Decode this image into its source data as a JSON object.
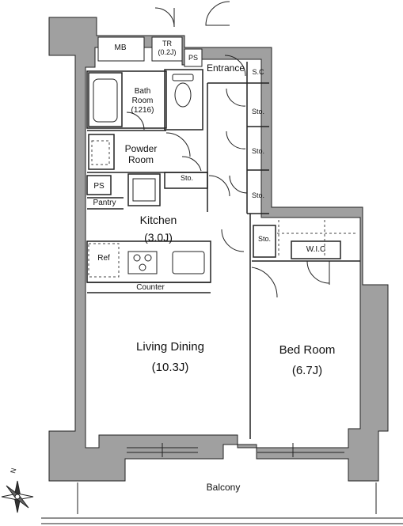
{
  "rooms": {
    "mb": "MB",
    "tr": "TR",
    "tr_size": "(0.2J)",
    "ps_top": "PS",
    "entrance": "Entrance",
    "sc": "S.C",
    "bath_line1": "Bath",
    "bath_line2": "Room",
    "bath_size": "(1216)",
    "sto_1": "Sto.",
    "sto_2": "Sto.",
    "sto_3": "Sto.",
    "sto_4": "Sto.",
    "sto_5": "Sto.",
    "powder_line1": "Powder",
    "powder_line2": "Room",
    "ps_mid": "PS",
    "pantry": "Pantry",
    "kitchen": "Kitchen",
    "kitchen_size": "(3.0J)",
    "ref": "Ref",
    "counter": "Counter",
    "wic": "W.I.C",
    "living": "Living Dining",
    "living_size": "(10.3J)",
    "bedroom": "Bed Room",
    "bedroom_size": "(6.7J)",
    "balcony": "Balcony"
  },
  "compass": {
    "north": "N"
  },
  "colors": {
    "wall": "#a0a0a0",
    "line": "#222222",
    "background": "#ffffff"
  }
}
